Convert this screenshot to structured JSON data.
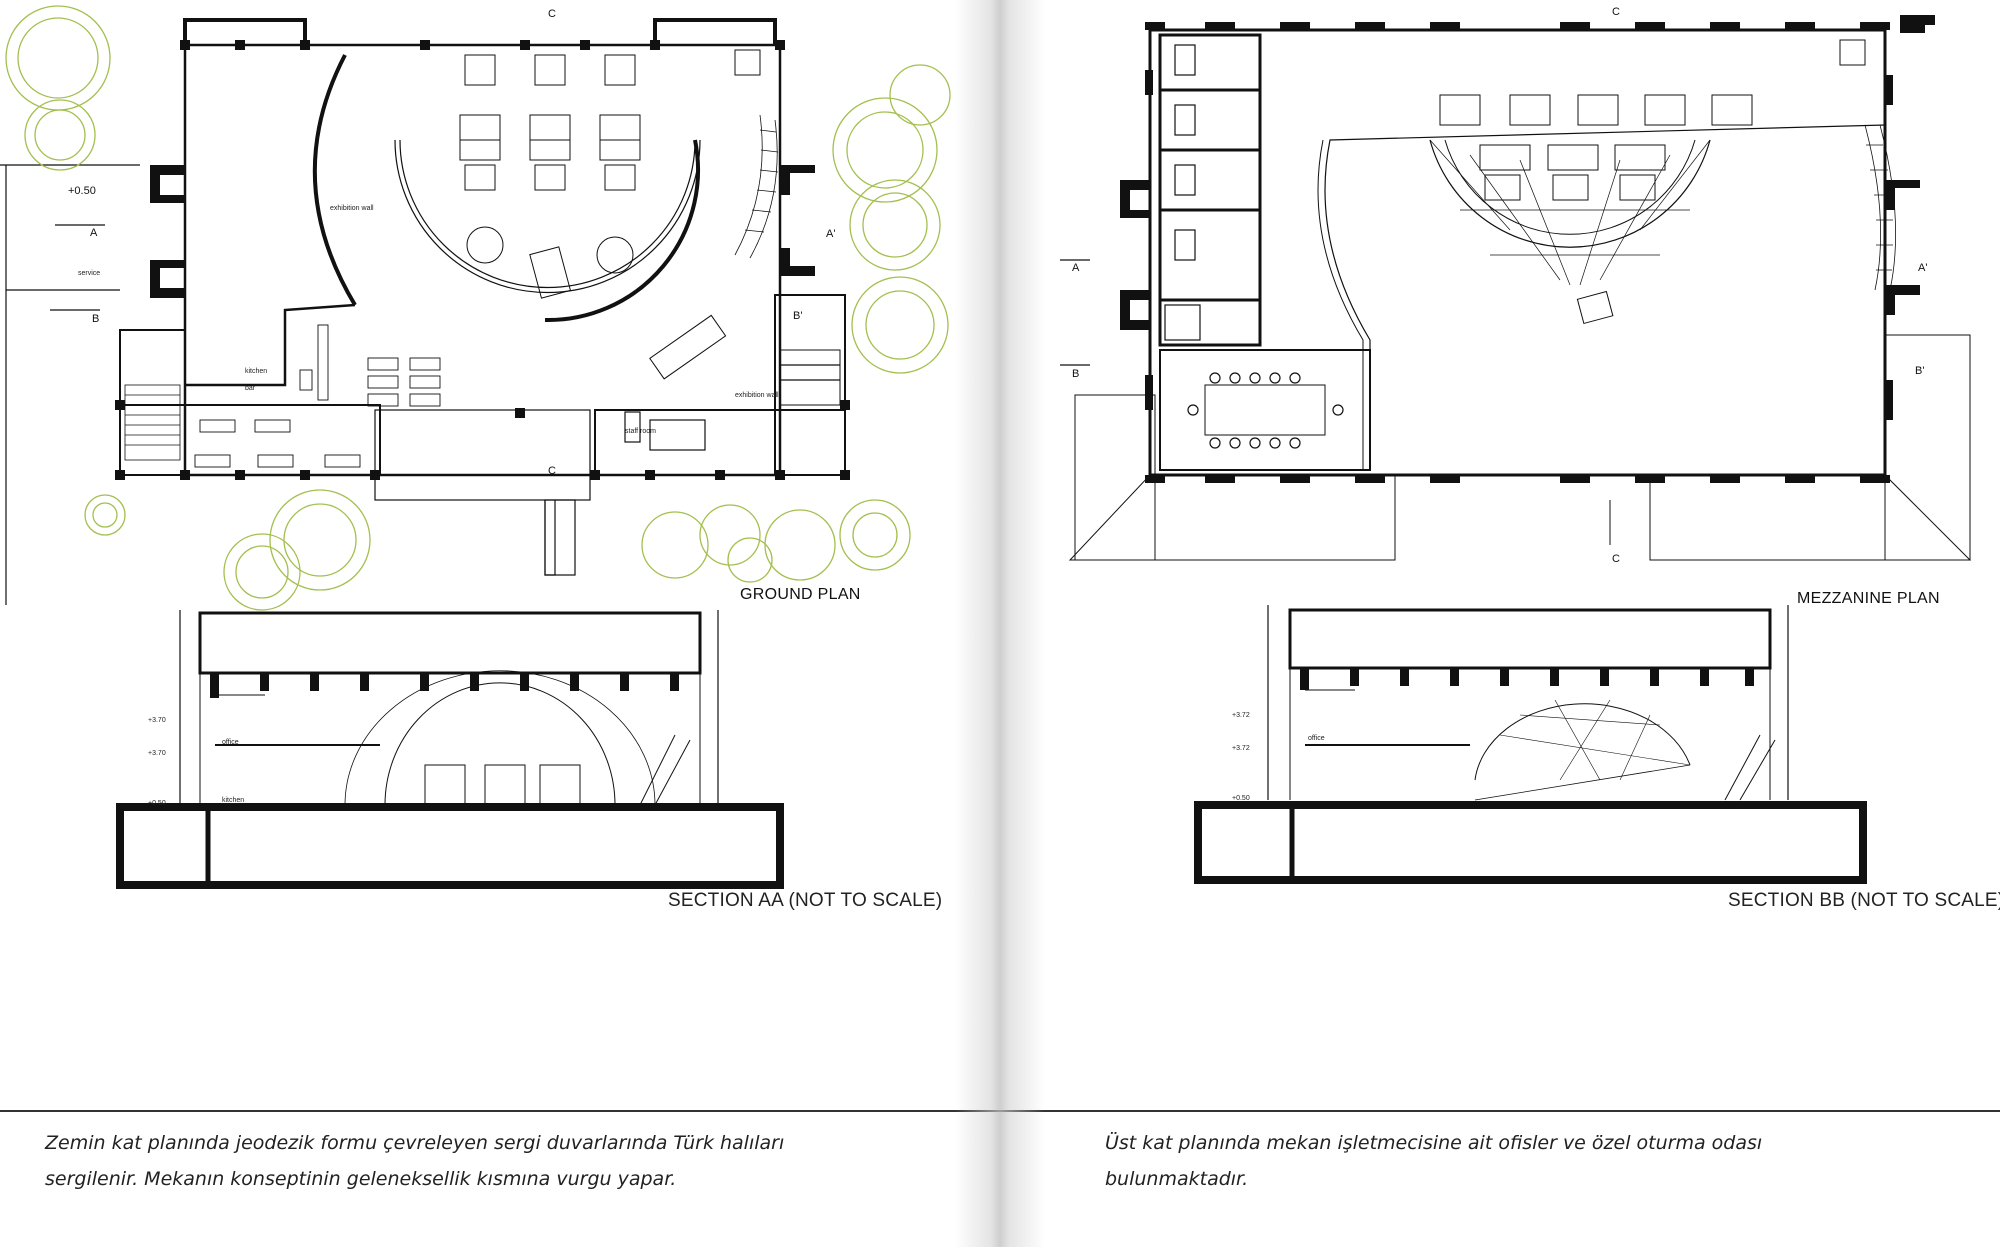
{
  "pages": [
    {
      "plan_title": "GROUND PLAN",
      "section_title": "SECTION AA (NOT TO SCALE)",
      "caption": "Zemin kat planında jeodezik formu çevreleyen sergi duvarlarında Türk halıları sergilenir. Mekanın konseptinin geleneksellik kısmına vurgu yapar.",
      "plan_tags": {
        "level": "+0.50",
        "a": "A",
        "a_prime": "A'",
        "b": "B",
        "b_prime": "B'",
        "c_top": "C",
        "c_bottom": "C",
        "service": "service",
        "exhibition_wall": "exhibition wall",
        "kitchen": "kitchen",
        "bar": "bar",
        "exhibition_wall_2": "exhibition wall",
        "staff_room": "staff room"
      },
      "section_tags": {
        "lvl1": "+3.70",
        "lvl2": "+3.70",
        "lvl3": "+0.50",
        "office": "office",
        "kitchen": "kitchen"
      }
    },
    {
      "plan_title": "MEZZANINE PLAN",
      "section_title": "SECTION BB (NOT TO SCALE)",
      "caption": "Üst kat planında mekan işletmecisine ait ofisler ve özel oturma odası bulunmaktadır.",
      "plan_tags": {
        "a": "A",
        "a_prime": "A'",
        "b": "B",
        "b_prime": "B'",
        "c_top": "C",
        "c_bottom": "C"
      },
      "section_tags": {
        "lvl1": "+3.72",
        "lvl2": "+3.72",
        "lvl3": "+0.50",
        "office": "office"
      }
    }
  ],
  "colors": {
    "tree": "#a3bf4f",
    "ink": "#111111",
    "paper": "#ffffff"
  }
}
